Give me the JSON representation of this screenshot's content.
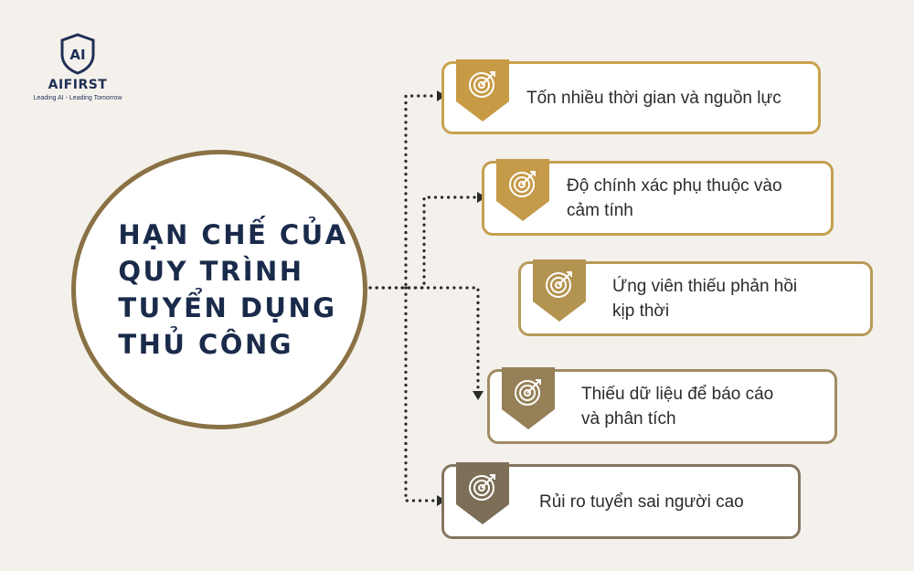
{
  "brand": {
    "logo_mark": "AI",
    "name": "AIFIRST",
    "tagline": "Leading AI - Leading Tomorrow",
    "color": "#1f2f55"
  },
  "hub": {
    "title": "HẠN CHẾ CỦA\nQUY TRÌNH\nTUYỂN DỤNG\nTHỦ CÔNG"
  },
  "items": [
    {
      "text": "Tốn nhiều thời gian và nguồn lực",
      "badge_color": "#c79a45",
      "border_color": "#c9a24f",
      "icon": "target-icon"
    },
    {
      "text": "Độ chính xác phụ thuộc vào\ncảm tính",
      "badge_color": "#c59a48",
      "border_color": "#c49f50",
      "icon": "target-icon"
    },
    {
      "text": "Ứng viên thiếu phản hồi\nkịp thời",
      "badge_color": "#b39350",
      "border_color": "#b89b5a",
      "icon": "target-icon"
    },
    {
      "text": "Thiếu dữ liệu để báo cáo\nvà phân tích",
      "badge_color": "#958058",
      "border_color": "#a08c63",
      "icon": "target-icon"
    },
    {
      "text": "Rủi ro tuyển sai người cao",
      "badge_color": "#7c6e57",
      "border_color": "#857662",
      "icon": "target-icon"
    }
  ]
}
